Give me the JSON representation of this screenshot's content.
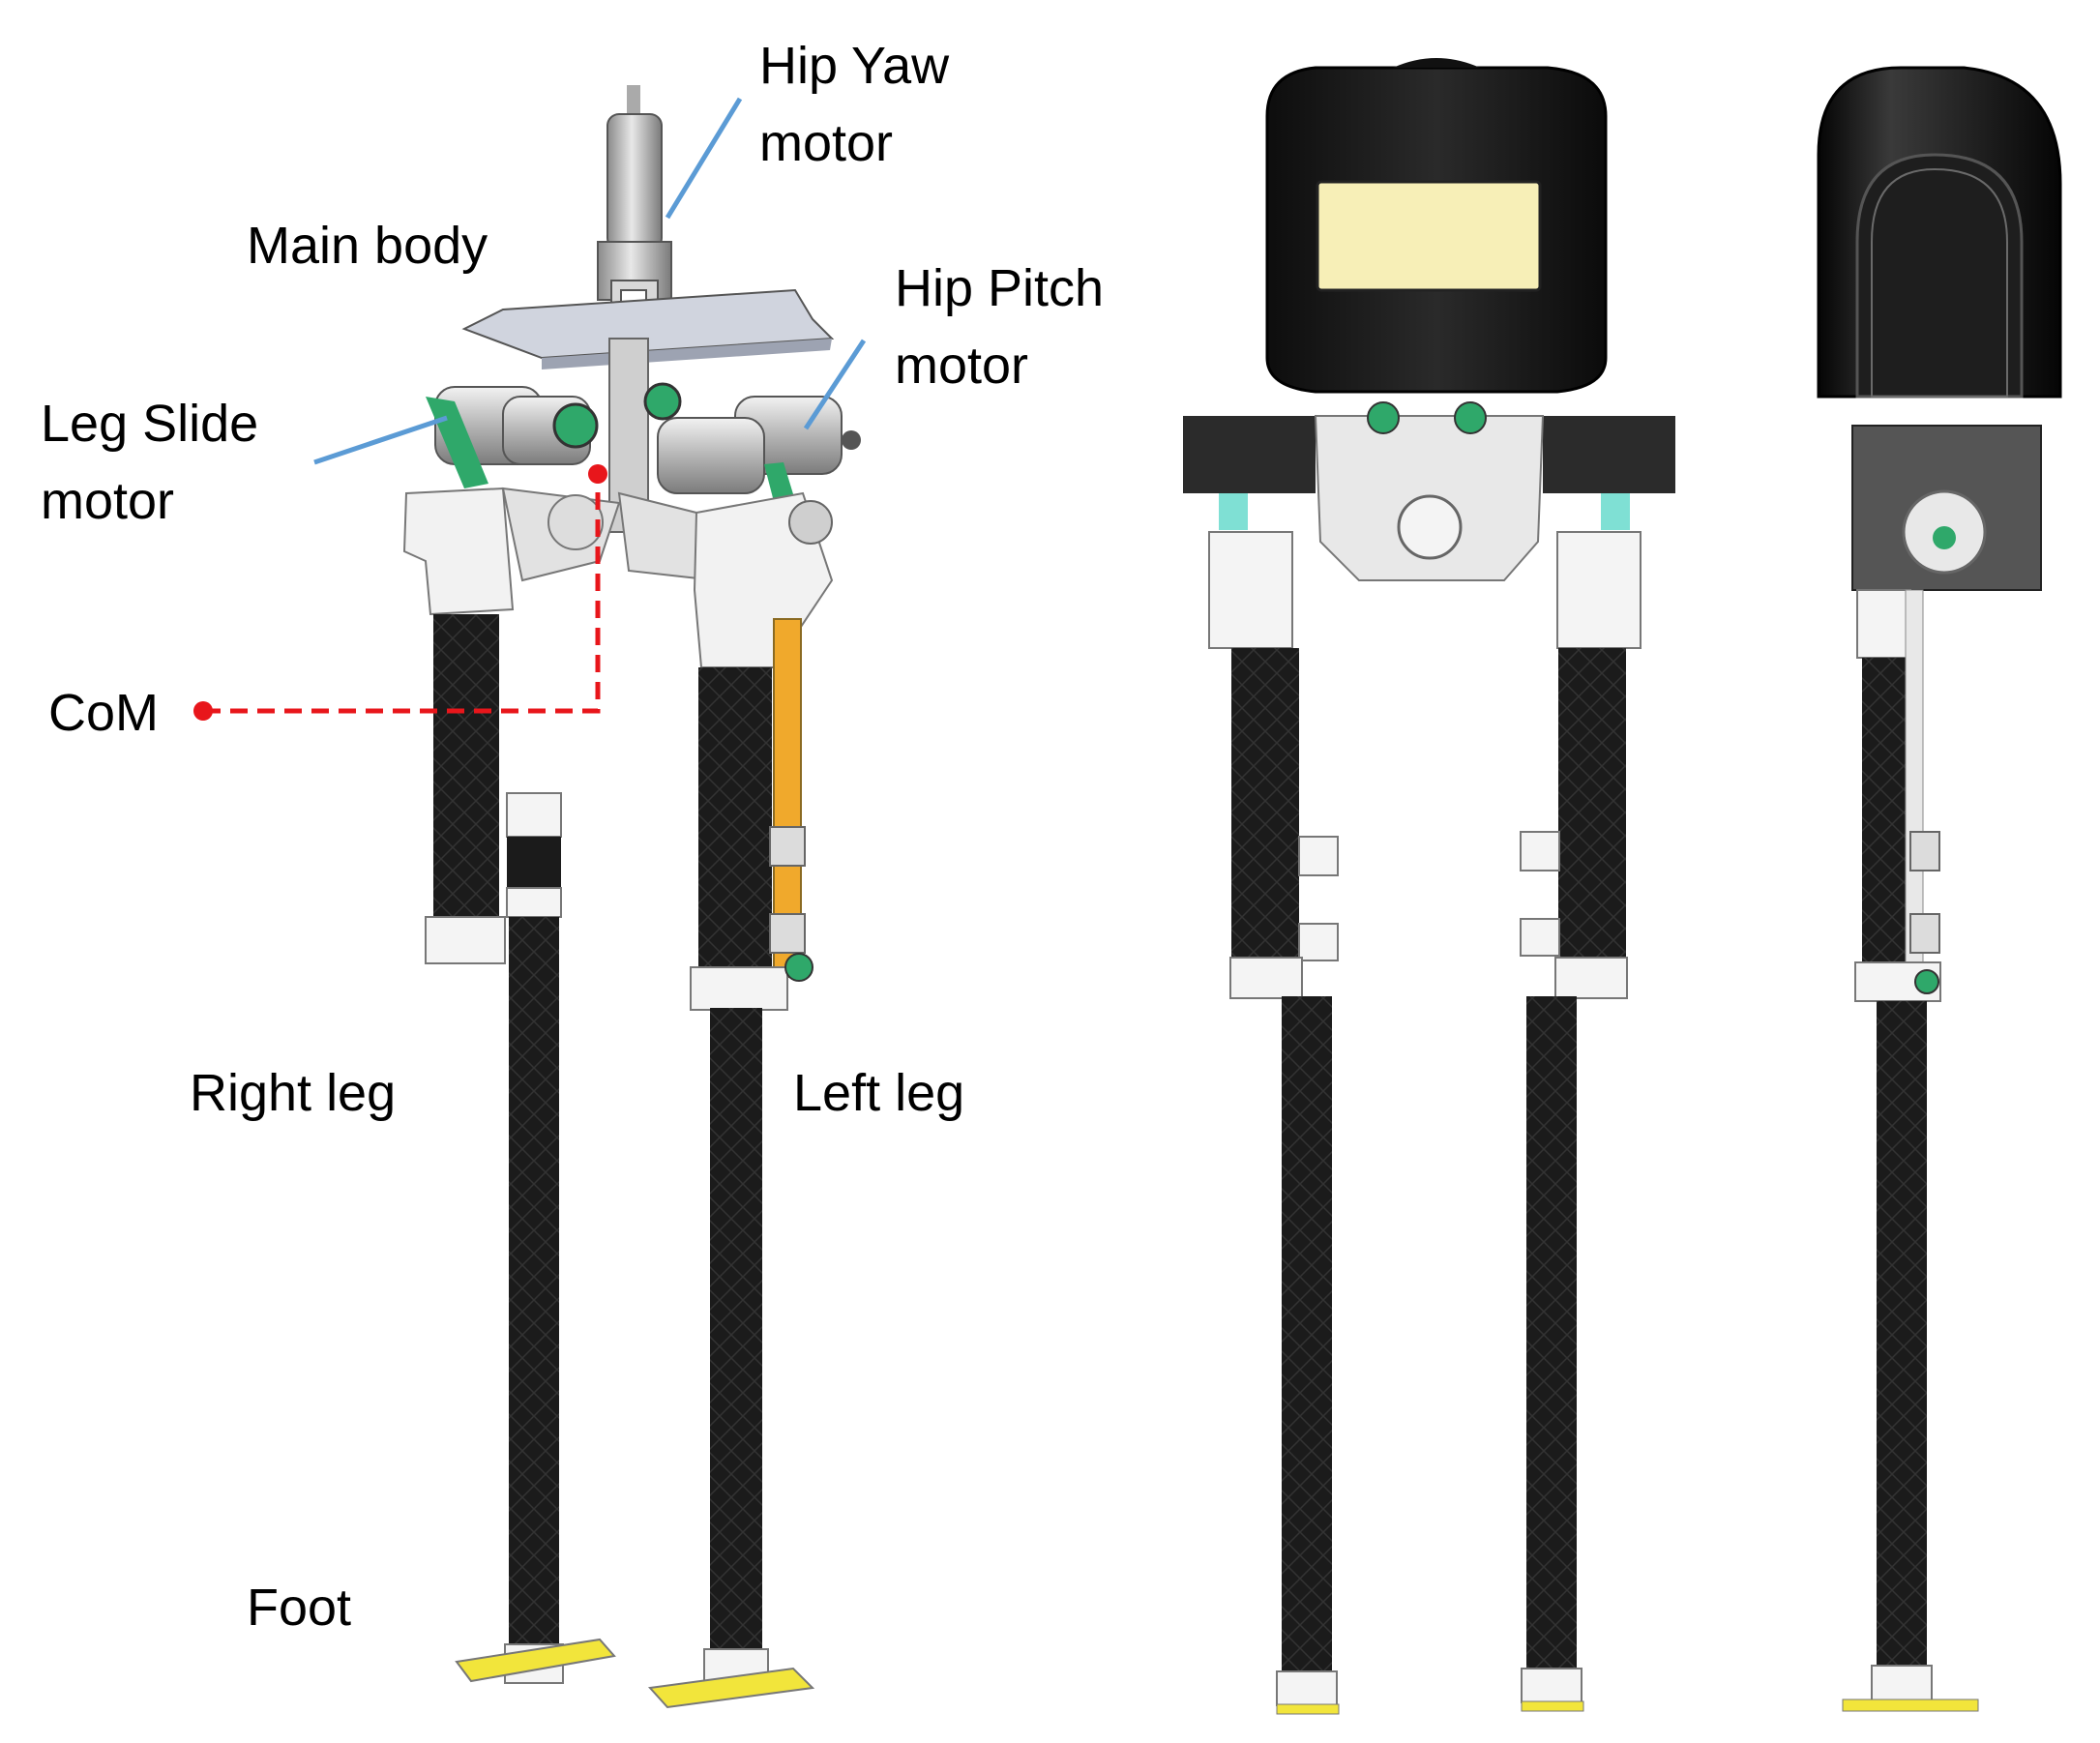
{
  "labels": {
    "hip_yaw": [
      "Hip Yaw",
      "motor"
    ],
    "main_body": "Main body",
    "hip_pitch": [
      "Hip Pitch",
      "motor"
    ],
    "leg_slide": [
      "Leg Slide",
      "motor"
    ],
    "com": "CoM",
    "right_leg": "Right leg",
    "left_leg": "Left leg",
    "foot": "Foot"
  },
  "colors": {
    "leader_line": "#5b9bd5",
    "com_marker": "#e8161b",
    "carbon_tube": "#1b1b1b",
    "foot_pad": "#f2e53b",
    "shell": "#1a1a1a",
    "shell_window": "#f7efb7",
    "linkage_green": "#2fa86a",
    "spacer_cyan": "#7fe0d4",
    "guide_rail": "#f0a92c"
  }
}
